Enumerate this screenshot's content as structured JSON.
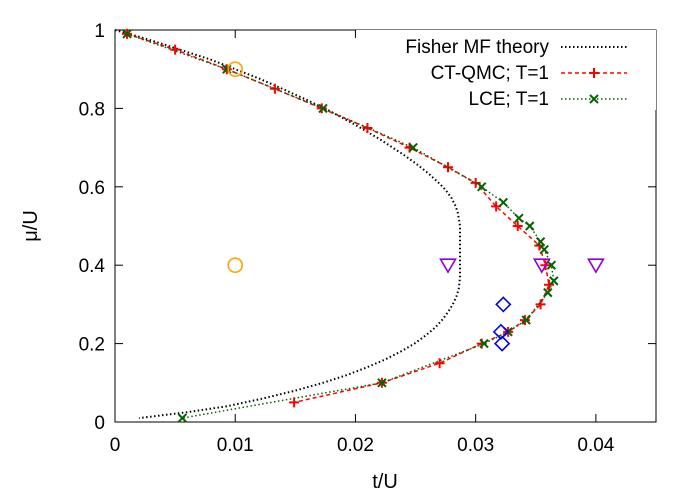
{
  "chart_data": {
    "type": "line",
    "title": "",
    "xlabel": "t/U",
    "ylabel": "μ/U",
    "xlim": [
      0,
      0.045
    ],
    "ylim": [
      0,
      1
    ],
    "x_ticks": [
      0,
      0.01,
      0.02,
      0.03,
      0.04
    ],
    "x_tick_labels": [
      "0",
      "0.01",
      "0.02",
      "0.03",
      "0.04"
    ],
    "y_ticks": [
      0,
      0.2,
      0.4,
      0.6,
      0.8,
      1
    ],
    "y_tick_labels": [
      "0",
      "0.2",
      "0.4",
      "0.6",
      "0.8",
      "1"
    ],
    "grid": false,
    "legend_position": "top-right",
    "series": [
      {
        "name": "Fisher MF theory",
        "style": "dotted",
        "marker": "none",
        "color": "#000000",
        "points": [
          [
            0.0,
            1.0
          ],
          [
            0.002,
            0.983
          ],
          [
            0.004,
            0.964
          ],
          [
            0.006,
            0.944
          ],
          [
            0.008,
            0.924
          ],
          [
            0.01,
            0.9
          ],
          [
            0.012,
            0.876
          ],
          [
            0.014,
            0.849
          ],
          [
            0.016,
            0.821
          ],
          [
            0.018,
            0.791
          ],
          [
            0.02,
            0.758
          ],
          [
            0.022,
            0.722
          ],
          [
            0.024,
            0.682
          ],
          [
            0.025,
            0.66
          ],
          [
            0.026,
            0.636
          ],
          [
            0.027,
            0.608
          ],
          [
            0.0275,
            0.592
          ],
          [
            0.028,
            0.571
          ],
          [
            0.0283,
            0.553
          ],
          [
            0.0285,
            0.536
          ],
          [
            0.0286,
            0.52
          ],
          [
            0.0287,
            0.5
          ],
          [
            0.0287,
            0.48
          ],
          [
            0.0287,
            0.44
          ],
          [
            0.0287,
            0.4
          ],
          [
            0.0287,
            0.37
          ],
          [
            0.0286,
            0.34
          ],
          [
            0.0284,
            0.32
          ],
          [
            0.0281,
            0.3
          ],
          [
            0.0277,
            0.28
          ],
          [
            0.0272,
            0.26
          ],
          [
            0.0266,
            0.24
          ],
          [
            0.0258,
            0.22
          ],
          [
            0.0249,
            0.2
          ],
          [
            0.0238,
            0.18
          ],
          [
            0.0225,
            0.16
          ],
          [
            0.021,
            0.14
          ],
          [
            0.0193,
            0.12
          ],
          [
            0.0173,
            0.1
          ],
          [
            0.015,
            0.08
          ],
          [
            0.0123,
            0.06
          ],
          [
            0.0093,
            0.04
          ],
          [
            0.006,
            0.025
          ],
          [
            0.002,
            0.01
          ]
        ]
      },
      {
        "name": "CT-QMC; T=1",
        "style": "dashed",
        "marker": "plus",
        "color": "#ff0000",
        "points": [
          [
            0.001,
            0.99
          ],
          [
            0.005,
            0.95
          ],
          [
            0.0093,
            0.9
          ],
          [
            0.0133,
            0.85
          ],
          [
            0.0172,
            0.8
          ],
          [
            0.021,
            0.75
          ],
          [
            0.0245,
            0.7
          ],
          [
            0.0277,
            0.65
          ],
          [
            0.03,
            0.61
          ],
          [
            0.0317,
            0.55
          ],
          [
            0.0335,
            0.5
          ],
          [
            0.0353,
            0.45
          ],
          [
            0.0358,
            0.4
          ],
          [
            0.0361,
            0.35
          ],
          [
            0.0354,
            0.3
          ],
          [
            0.0341,
            0.26
          ],
          [
            0.0327,
            0.23
          ],
          [
            0.0305,
            0.2
          ],
          [
            0.027,
            0.15
          ],
          [
            0.0222,
            0.1
          ],
          [
            0.0149,
            0.05
          ]
        ]
      },
      {
        "name": "LCE; T=1",
        "style": "dotted",
        "marker": "cross",
        "color": "#006400",
        "points": [
          [
            0.001,
            0.99
          ],
          [
            0.0093,
            0.9
          ],
          [
            0.0173,
            0.8
          ],
          [
            0.0248,
            0.7
          ],
          [
            0.0305,
            0.6
          ],
          [
            0.0323,
            0.56
          ],
          [
            0.0336,
            0.52
          ],
          [
            0.0345,
            0.5
          ],
          [
            0.0354,
            0.46
          ],
          [
            0.0357,
            0.44
          ],
          [
            0.0363,
            0.4
          ],
          [
            0.0365,
            0.36
          ],
          [
            0.036,
            0.33
          ],
          [
            0.0342,
            0.26
          ],
          [
            0.0327,
            0.23
          ],
          [
            0.0307,
            0.2
          ],
          [
            0.0222,
            0.1
          ],
          [
            0.0056,
            0.01
          ]
        ]
      }
    ],
    "extra_markers": [
      {
        "marker": "circle",
        "color": "#ffa500",
        "points": [
          [
            0.01,
            0.9
          ],
          [
            0.01,
            0.4
          ]
        ]
      },
      {
        "marker": "triangle-down",
        "color": "#9400d3",
        "points": [
          [
            0.0277,
            0.4
          ],
          [
            0.0355,
            0.4
          ],
          [
            0.04,
            0.4
          ]
        ]
      },
      {
        "marker": "diamond",
        "color": "#0000ff",
        "points": [
          [
            0.0323,
            0.3
          ],
          [
            0.0321,
            0.23
          ],
          [
            0.0322,
            0.2
          ]
        ]
      }
    ]
  }
}
